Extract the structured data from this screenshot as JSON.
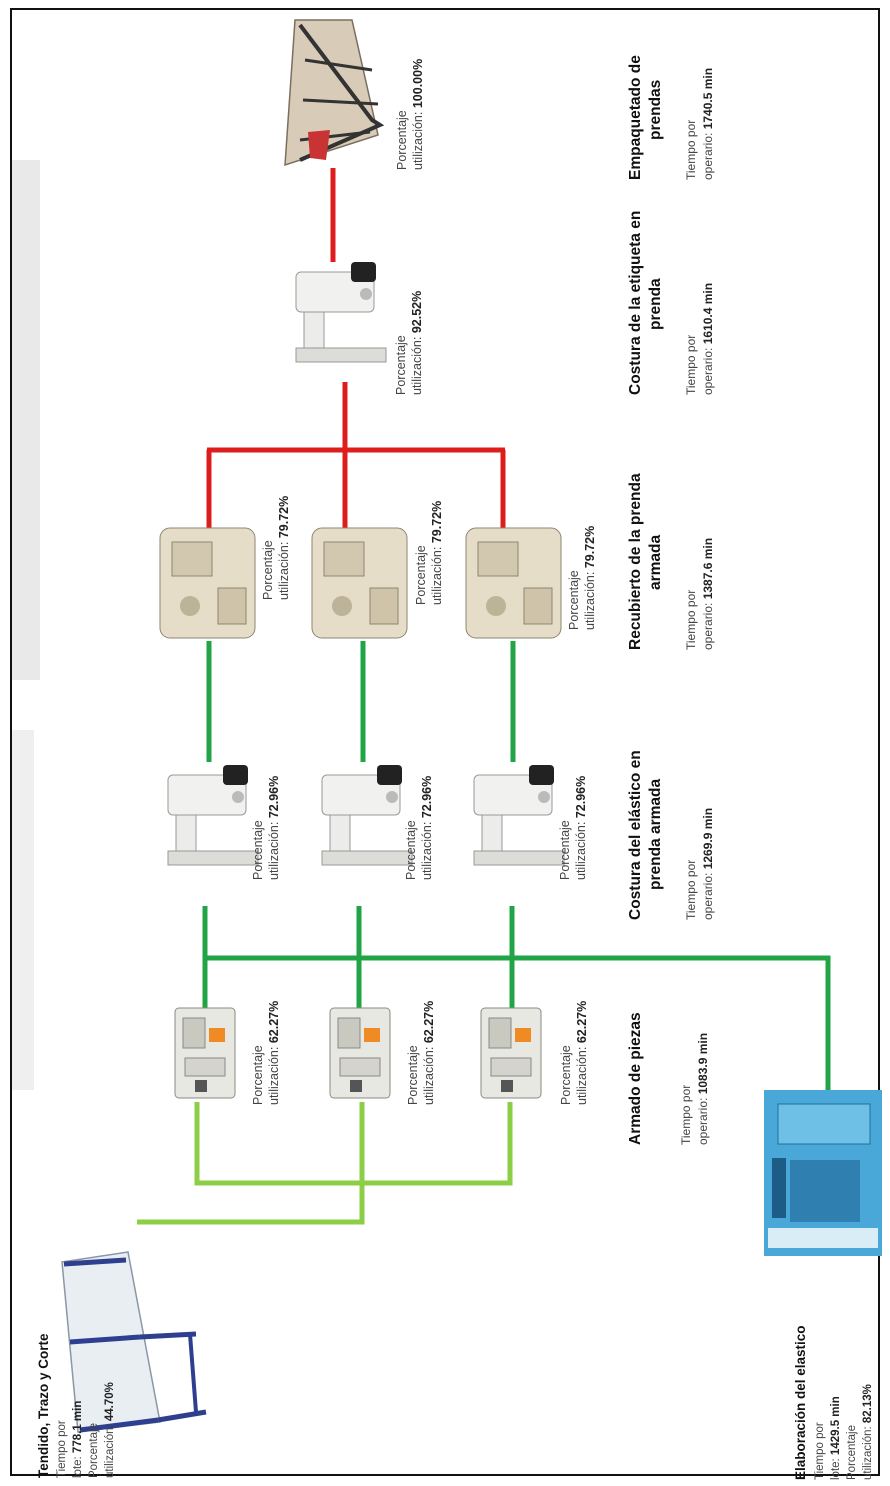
{
  "colors": {
    "red_line": "#dd1c1c",
    "dark_green_line": "#21a446",
    "light_green_line": "#8ccf46"
  },
  "stages": {
    "tendido": {
      "title": "Tendido, Trazo y Corte",
      "time_label": "Tiempo por",
      "time_prefix": "lote: ",
      "time_value": "778.1 min",
      "util_label": "Porcentaje",
      "util_prefix": "utilización: ",
      "util_value": "44.70%",
      "icon": "cutting-table-icon"
    },
    "elastico": {
      "title": "Elaboración del elastico",
      "time_label": "Tiempo por",
      "time_prefix": "lote: ",
      "time_value": "1429.5 min",
      "util_label": "Porcentaje",
      "util_prefix": "utilización: ",
      "util_value": "82.13%",
      "icon": "elastic-machine-icon"
    },
    "armado": {
      "title": "Armado de piezas",
      "time_label": "Tiempo por",
      "time_prefix": "operario: ",
      "time_value": "1083.9 min",
      "machine_util_label": "Porcentaje",
      "machine_util_prefix": "utilización: ",
      "machine_util_value": "62.27%",
      "icon": "overlock-machine-icon"
    },
    "costura_elastico": {
      "title_line1": "Costura del elástico en",
      "title_line2": "prenda armada",
      "time_label": "Tiempo por",
      "time_prefix": "operario: ",
      "time_value": "1269.9 min",
      "machine_util_label": "Porcentaje",
      "machine_util_prefix": "utilización: ",
      "machine_util_value": "72.96%",
      "icon": "sewing-machine-icon"
    },
    "recubierto": {
      "title_line1": "Recubierto de la prenda",
      "title_line2": "armada",
      "time_label": "Tiempo por",
      "time_prefix": "operario: ",
      "time_value": "1387.6 min",
      "machine_util_label": "Porcentaje",
      "machine_util_prefix": "utilización: ",
      "machine_util_value": "79.72%",
      "icon": "coverstitch-machine-icon"
    },
    "etiqueta": {
      "title_line1": "Costura de la etiqueta en",
      "title_line2": "prenda",
      "time_label": "Tiempo por",
      "time_prefix": "operario: ",
      "time_value": "1610.4 min",
      "machine_util_label": "Porcentaje",
      "machine_util_prefix": "utilización: ",
      "machine_util_value": "92.52%",
      "icon": "sewing-machine-icon"
    },
    "empaquetado": {
      "title_line1": "Empaquetado de",
      "title_line2": "prendas",
      "time_label": "Tiempo por",
      "time_prefix": "operario: ",
      "time_value": "1740.5 min",
      "machine_util_label": "Porcentaje",
      "machine_util_prefix": "utilización: ",
      "machine_util_value": "100.00%",
      "icon": "packing-table-icon"
    }
  }
}
